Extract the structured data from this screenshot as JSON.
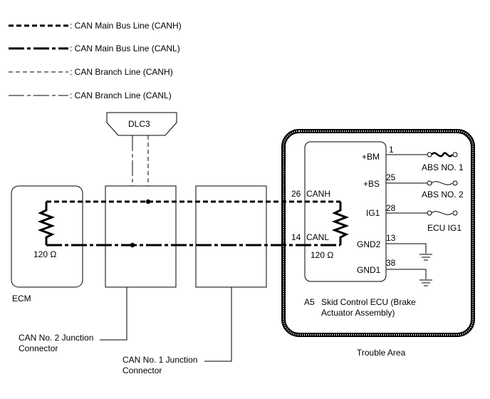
{
  "legend": [
    {
      "label": ": CAN Main Bus Line (CANH)"
    },
    {
      "label": ": CAN Main Bus Line (CANL)"
    },
    {
      "label": ": CAN Branch Line (CANH)"
    },
    {
      "label": ": CAN Branch Line (CANL)"
    }
  ],
  "dlc3": {
    "label": "DLC3"
  },
  "ecm": {
    "label": "ECM",
    "resistor": "120 Ω"
  },
  "junction2": {
    "line1": "CAN No. 2 Junction",
    "line2": "Connector"
  },
  "junction1": {
    "line1": "CAN No. 1 Junction",
    "line2": "Connector"
  },
  "skid_ecu": {
    "code": "A5",
    "name_line1": "Skid Control ECU (Brake",
    "name_line2": "Actuator Assembly)",
    "resistor": "120 Ω",
    "pins": [
      {
        "num": "26",
        "name": "CANH"
      },
      {
        "num": "14",
        "name": "CANL"
      },
      {
        "num": "1",
        "name": "+BM"
      },
      {
        "num": "25",
        "name": "+BS"
      },
      {
        "num": "28",
        "name": "IG1"
      },
      {
        "num": "13",
        "name": "GND2"
      },
      {
        "num": "38",
        "name": "GND1"
      }
    ],
    "fuses": [
      "ABS NO. 1",
      "ABS NO. 2",
      "ECU IG1"
    ]
  },
  "trouble_area": {
    "label": "Trouble Area"
  }
}
